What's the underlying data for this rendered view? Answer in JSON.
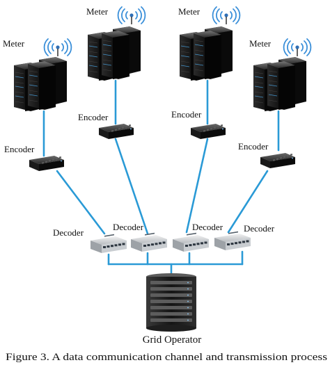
{
  "meters": [
    {
      "label": "Meter",
      "icon": "server-rack-icon"
    },
    {
      "label": "Meter",
      "icon": "server-rack-icon"
    },
    {
      "label": "Meter",
      "icon": "server-rack-icon"
    },
    {
      "label": "Meter",
      "icon": "server-rack-icon"
    }
  ],
  "encoders": [
    {
      "label": "Encoder"
    },
    {
      "label": "Encoder"
    },
    {
      "label": "Encoder"
    },
    {
      "label": "Encoder"
    }
  ],
  "decoders": [
    {
      "label": "Decoder"
    },
    {
      "label": "Decoder"
    },
    {
      "label": "Decoder"
    },
    {
      "label": "Decoder"
    }
  ],
  "grid_operator": {
    "label": "Grid Operator"
  },
  "caption": "Figure 3. A data communication channel and transmission process",
  "colors": {
    "link": "#2a9ad6",
    "server_dark": "#151515",
    "server_mid": "#3a3a3a",
    "wifi": "#3a8fd9"
  }
}
